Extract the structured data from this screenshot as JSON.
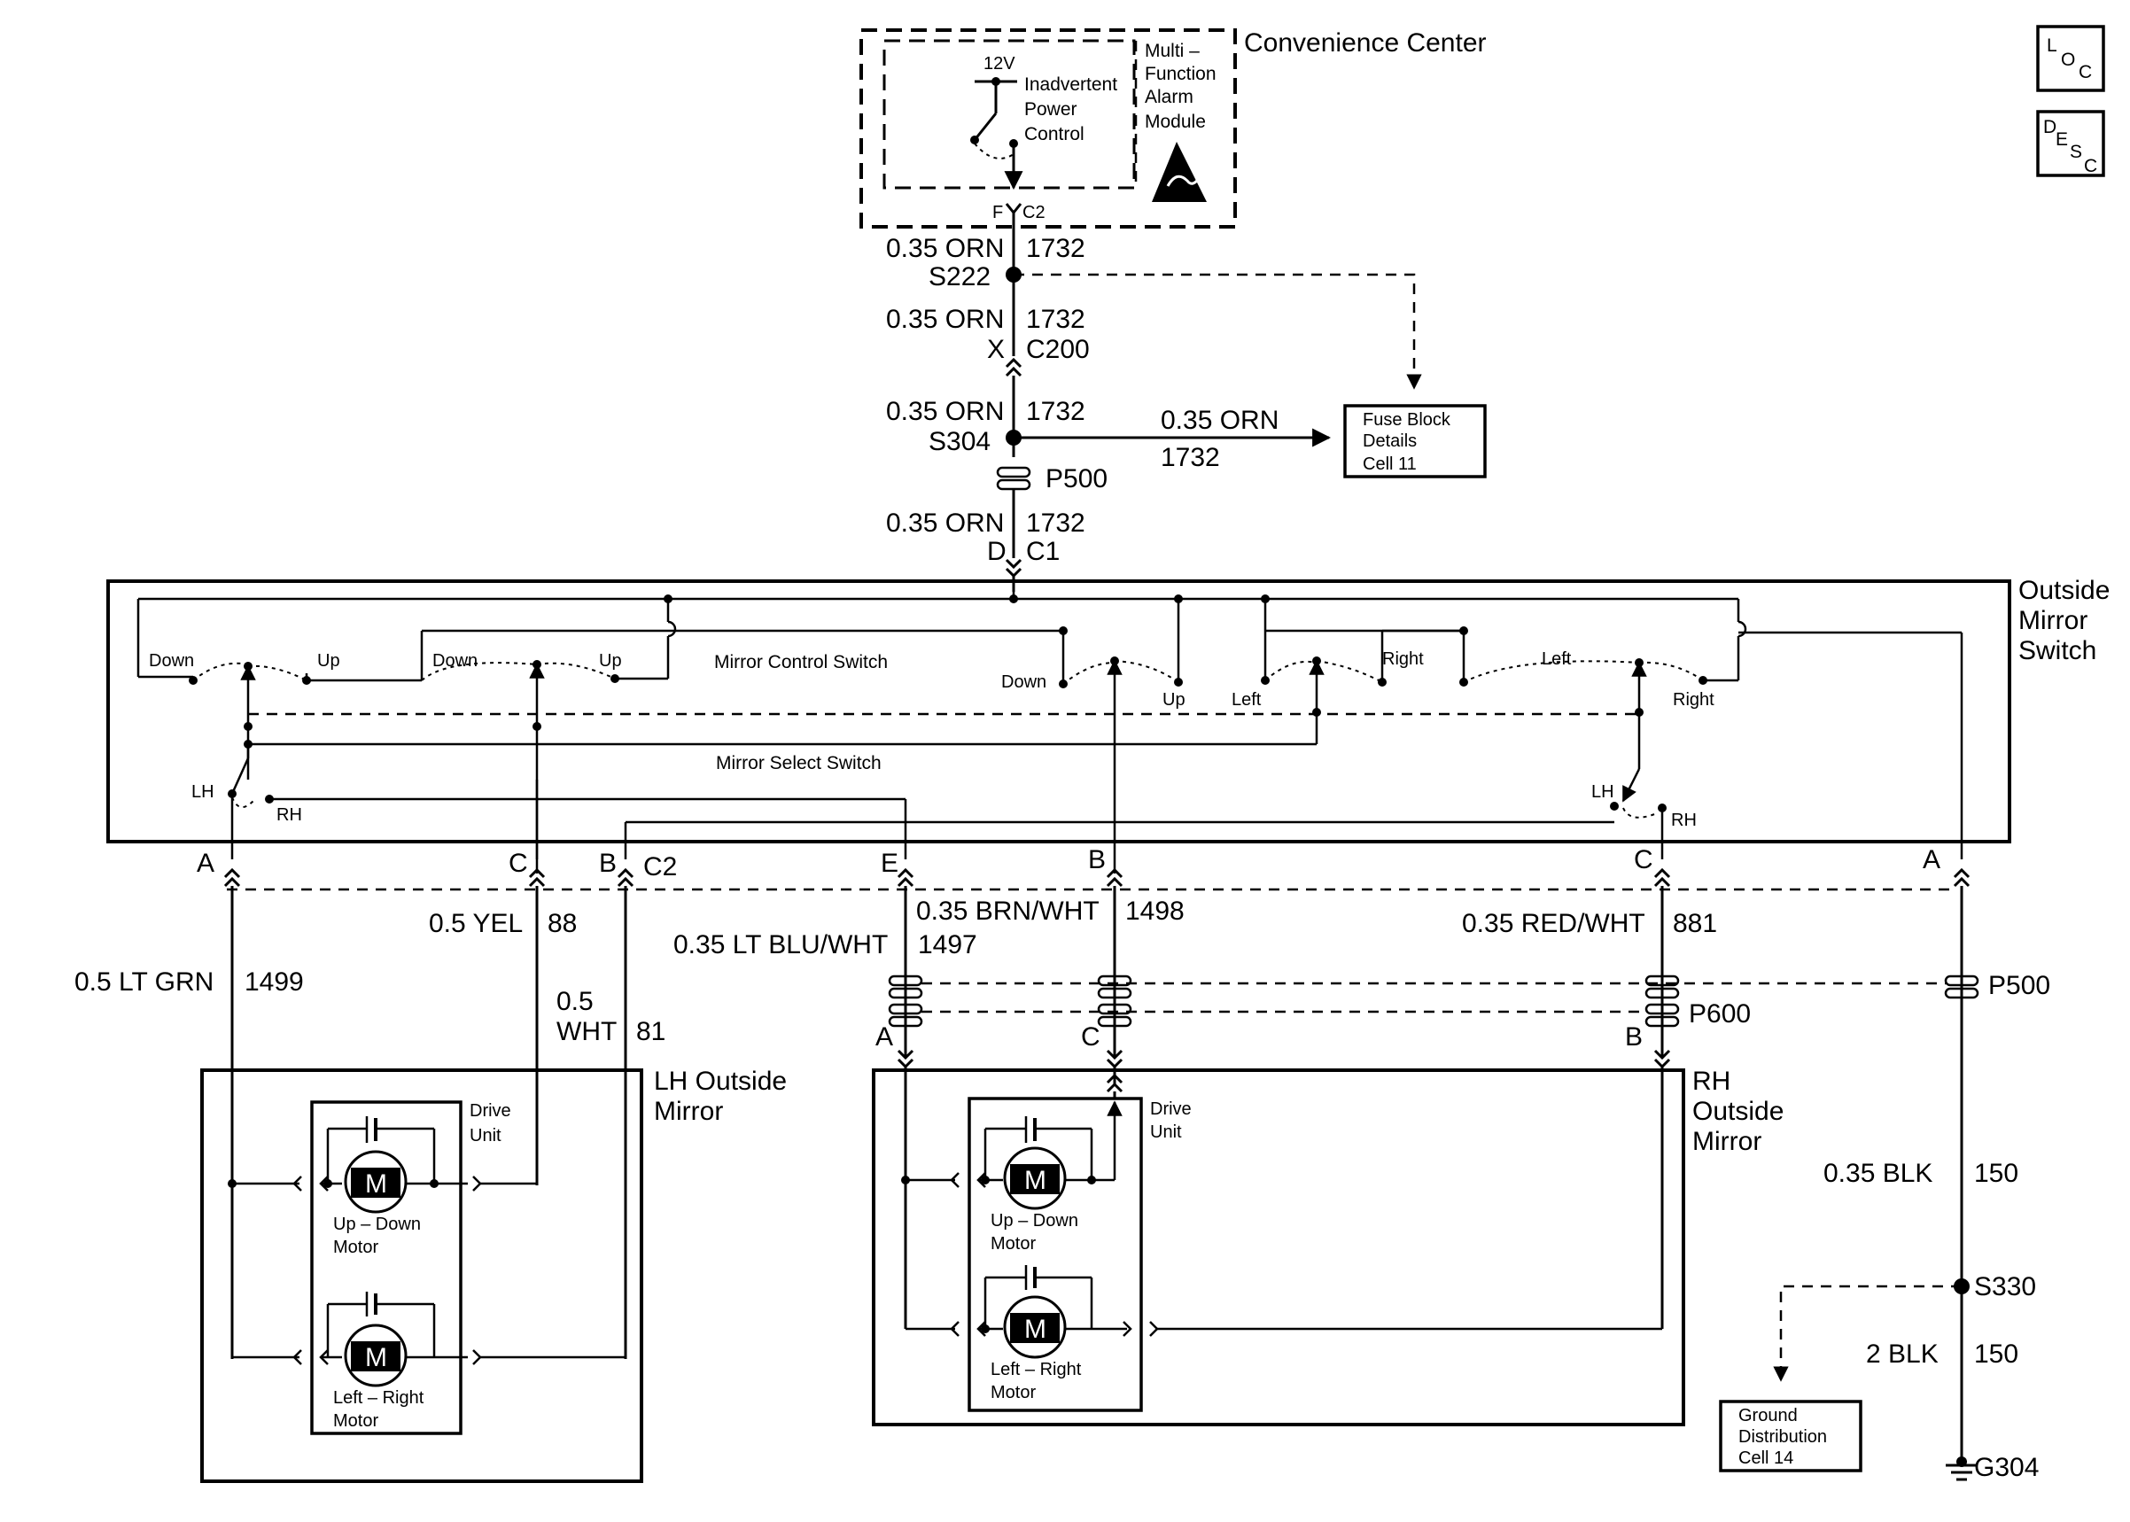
{
  "components": {
    "convenience_center": "Convenience Center",
    "mfam": [
      "Multi –",
      "Function",
      "Alarm",
      "Module"
    ],
    "ipc": [
      "Inadvertent",
      "Power",
      "Control"
    ],
    "v12": "12V",
    "conn_f": "F",
    "conn_c2": "C2",
    "fuse_block": [
      "Fuse Block",
      "Details",
      "Cell 11"
    ],
    "outside_mirror_switch": [
      "Outside",
      "Mirror",
      "Switch"
    ],
    "mirror_control_switch": "Mirror Control Switch",
    "mirror_select_switch": "Mirror Select Switch",
    "lh_mirror": [
      "LH Outside",
      "Mirror"
    ],
    "rh_mirror": [
      "RH",
      "Outside",
      "Mirror"
    ],
    "drive_unit": [
      "Drive",
      "Unit"
    ],
    "motor_letter": "M",
    "updown_motor": [
      "Up – Down",
      "Motor"
    ],
    "leftright_motor": [
      "Left – Right",
      "Motor"
    ],
    "ground_dist": [
      "Ground",
      "Distribution",
      "Cell 14"
    ],
    "loc_icon": [
      "L",
      "O",
      "C"
    ],
    "desc_icon": [
      "D",
      "E",
      "S",
      "C"
    ]
  },
  "switch_positions": {
    "down": "Down",
    "up": "Up",
    "left": "Left",
    "right": "Right",
    "lh": "LH",
    "rh": "RH"
  },
  "wires": {
    "w1": {
      "gauge": "0.35 ORN",
      "circuit": "1732"
    },
    "w2": {
      "gauge": "0.35 ORN",
      "circuit": "1732"
    },
    "w3": {
      "gauge": "0.35 ORN",
      "circuit": "1732"
    },
    "w3b": {
      "gauge": "0.35 ORN",
      "circuit": "1732"
    },
    "w4": {
      "gauge": "0.35 ORN",
      "circuit": "1732"
    },
    "yel": {
      "gauge": "0.5 YEL",
      "circuit": "88"
    },
    "ltgrn": {
      "gauge": "0.5 LT GRN",
      "circuit": "1499"
    },
    "wht_a": "0.5",
    "wht_b": "WHT",
    "wht_circ": "81",
    "brnwht": {
      "gauge": "0.35 BRN/WHT",
      "circuit": "1498"
    },
    "ltbluwht": {
      "gauge": "0.35 LT BLU/WHT",
      "circuit": "1497"
    },
    "redwht": {
      "gauge": "0.35 RED/WHT",
      "circuit": "881"
    },
    "blk035": {
      "gauge": "0.35 BLK",
      "circuit": "150"
    },
    "blk2": {
      "gauge": "2 BLK",
      "circuit": "150"
    }
  },
  "splices": {
    "s222": "S222",
    "s304": "S304",
    "s330": "S330",
    "g304": "G304",
    "p500": "P500",
    "p600": "P600"
  },
  "connectors": {
    "x": "X",
    "c200": "C200",
    "d": "D",
    "c1": "C1",
    "c2": "C2",
    "a": "A",
    "b": "B",
    "c": "C",
    "e": "E"
  }
}
